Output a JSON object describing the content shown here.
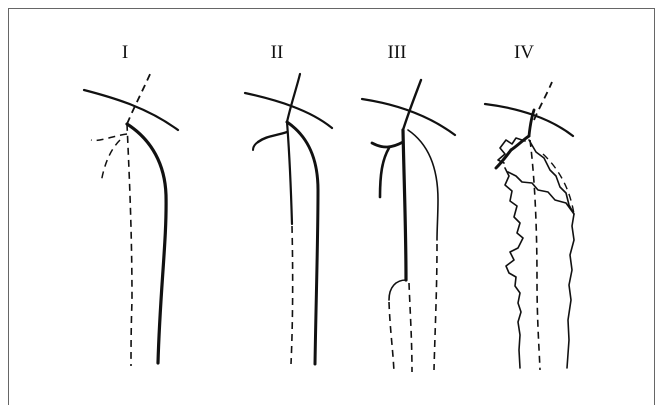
{
  "figure": {
    "panels": [
      {
        "id": "panel-1",
        "label": "I"
      },
      {
        "id": "panel-2",
        "label": "II"
      },
      {
        "id": "panel-3",
        "label": "III"
      },
      {
        "id": "panel-4",
        "label": "IV"
      }
    ],
    "line_color": "#111111",
    "frame_color": "#666666"
  }
}
